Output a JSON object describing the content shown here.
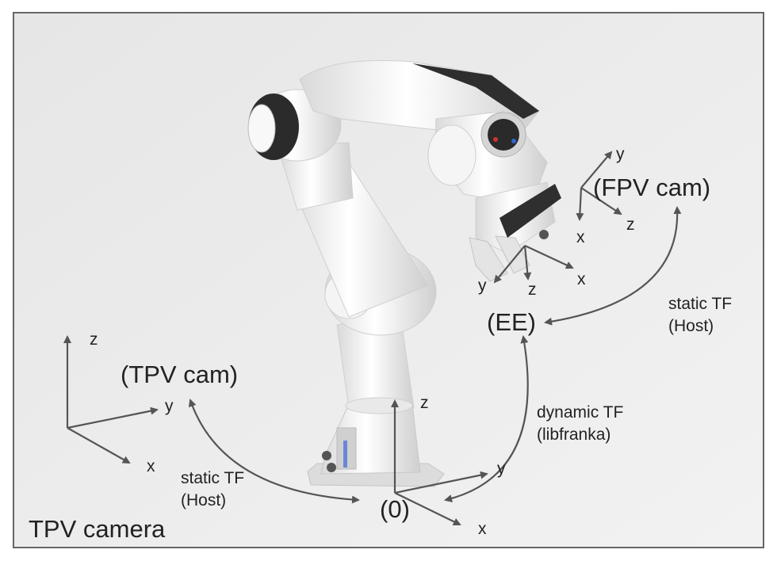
{
  "frames": {
    "tpv_cam": {
      "name": "(TPV cam)",
      "axes": {
        "x": "x",
        "y": "y",
        "z": "z"
      }
    },
    "base": {
      "name": "(0)",
      "axes": {
        "x": "x",
        "y": "y",
        "z": "z"
      }
    },
    "ee": {
      "name": "(EE)",
      "axes": {
        "x": "x",
        "y": "y",
        "z": "z"
      }
    },
    "fpv_cam": {
      "name": "(FPV cam)",
      "axes": {
        "x": "x",
        "y": "y",
        "z": "z"
      }
    }
  },
  "transforms": {
    "base_to_tpv": {
      "line1": "static TF",
      "line2": "(Host)"
    },
    "base_to_ee": {
      "line1": "dynamic TF",
      "line2": "(libfranka)"
    },
    "ee_to_fpv": {
      "line1": "static TF",
      "line2": "(Host)"
    }
  },
  "caption": "TPV camera",
  "colors": {
    "arrow": "#555555",
    "border": "#666666",
    "background": "#eeeeee"
  },
  "robot_image": "robot-arm-icon"
}
